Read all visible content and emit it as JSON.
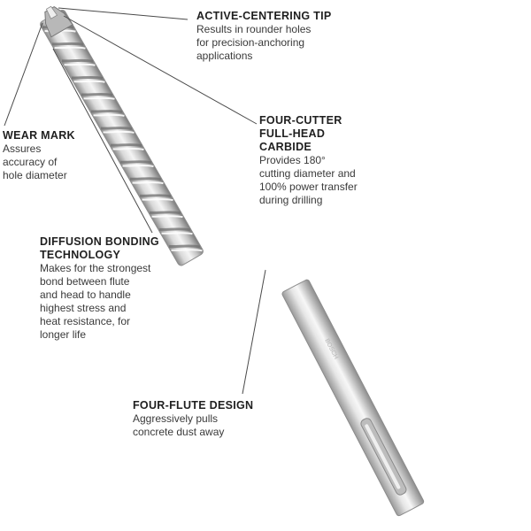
{
  "callouts": {
    "active_centering_tip": {
      "title": "ACTIVE-CENTERING TIP",
      "description": "Results in rounder holes\nfor precision-anchoring\napplications"
    },
    "wear_mark": {
      "title": "WEAR MARK",
      "description": "Assures\naccuracy of\nhole diameter"
    },
    "four_cutter_carbide": {
      "title": "FOUR-CUTTER\nFULL-HEAD\nCARBIDE",
      "description": "Provides 180°\ncutting diameter and\n100% power transfer\nduring drilling"
    },
    "diffusion_bonding": {
      "title": "DIFFUSION BONDING\nTECHNOLOGY",
      "description": "Makes for the strongest\nbond between flute\nand head to handle\nhighest stress and\nheat resistance, for\nlonger life"
    },
    "four_flute_design": {
      "title": "FOUR-FLUTE DESIGN",
      "description": "Aggressively pulls\nconcrete dust away"
    }
  },
  "colors": {
    "text": "#2b2b2b",
    "leader_line": "#4a4a4a",
    "metal_light": "#f2f2f2",
    "metal_mid": "#c9c9c9",
    "metal_dark": "#7d7d7d"
  }
}
